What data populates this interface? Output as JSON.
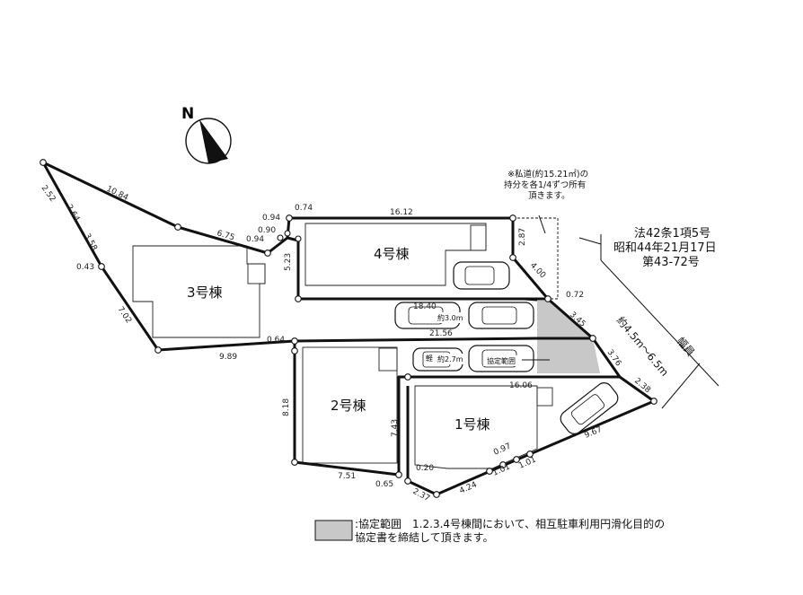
{
  "compass": {
    "label": "N"
  },
  "buildings": [
    {
      "id": "1",
      "label": "1号棟"
    },
    {
      "id": "2",
      "label": "2号棟"
    },
    {
      "id": "3",
      "label": "3号棟"
    },
    {
      "id": "4",
      "label": "4号棟"
    }
  ],
  "dimensions": [
    "2.52",
    "10.84",
    "2.64",
    "3.58",
    "0.43",
    "7.02",
    "9.89",
    "6.75",
    "0.90",
    "0.94",
    "0.94",
    "0.74",
    "16.12",
    "5.23",
    "2.87",
    "4.00",
    "0.72",
    "18.40",
    "21.56",
    "0.64",
    "3.45",
    "3.76",
    "2.38",
    "16.06",
    "8.18",
    "7.43",
    "9.67",
    "0.97",
    "1.01",
    "1.01",
    "4.24",
    "0.20",
    "2.37",
    "0.65",
    "7.51"
  ],
  "private_road_note": [
    "※私道(約15.21㎡)の",
    "持分を各1/4ずつ所有",
    "頂きます。"
  ],
  "road_law": [
    "法42条1項5号",
    "昭和44年21月17日",
    "第43-72号"
  ],
  "road_width": {
    "label": "幅員",
    "value": "約4.5m～6.5m"
  },
  "parking_notes": {
    "width_30": "約3.0m",
    "width_27": "約2.7m",
    "kei": "軽",
    "agreement_area": "協定範囲"
  },
  "legend": {
    "line1": ":協定範囲　1.2.3.4号棟間において、相互駐車利用円滑化目的の",
    "line2": "協定書を締結して頂きます。"
  }
}
